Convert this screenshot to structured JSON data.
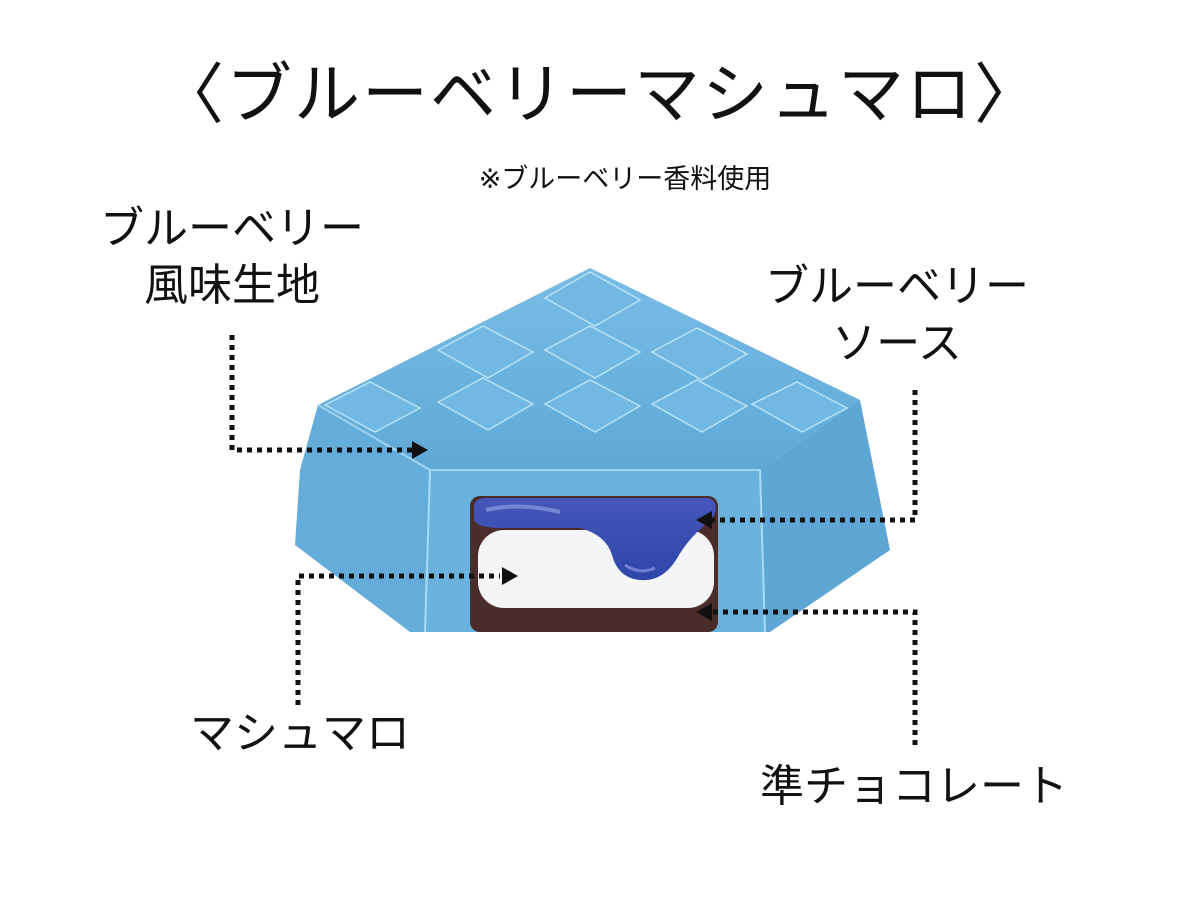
{
  "title": "〈ブルーベリーマシュマロ〉",
  "note": "※ブルーベリー香料使用",
  "labels": {
    "dough": {
      "line1": "ブルーベリー",
      "line2": "風味生地"
    },
    "sauce": {
      "line1": "ブルーベリー",
      "line2": "ソース"
    },
    "marshmallow": "マシュマロ",
    "chocolate": "準チョコレート"
  },
  "colors": {
    "shell": "#6db4df",
    "shell_dark": "#5aa2cf",
    "shell_light": "#8ccaed",
    "sauce": "#3a4fb0",
    "marshmallow": "#f4f5f7",
    "chocolate": "#4a2c2a",
    "leader": "#111111"
  }
}
